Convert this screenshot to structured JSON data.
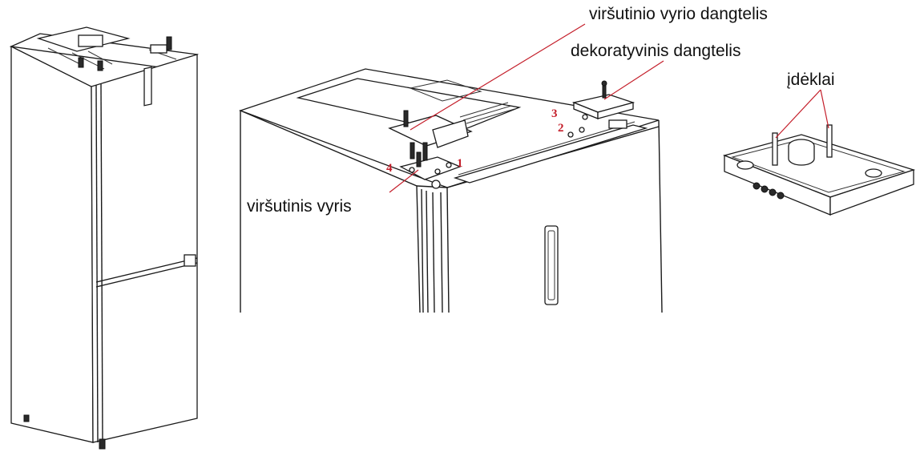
{
  "labels": {
    "top_hinge_cover": "viršutinio vyrio dangtelis",
    "decorative_cover": "dekoratyvinis dangtelis",
    "inserts": "įdėklai",
    "top_hinge": "viršutinis vyris"
  },
  "step_numbers": {
    "n1": "1",
    "n2": "2",
    "n3": "3",
    "n4": "4"
  },
  "colors": {
    "leader_line": "#c41e2a",
    "step_number": "#c41e2a",
    "outline": "#1a1a1a"
  }
}
